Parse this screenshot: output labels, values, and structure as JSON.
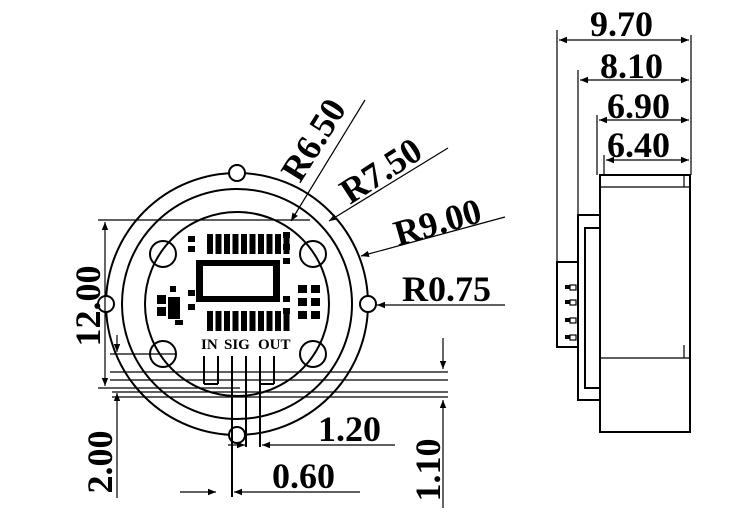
{
  "front_view": {
    "radius_labels": {
      "r_650": "R6.50",
      "r_750": "R7.50",
      "r_900": "R9.00",
      "r_075": "R0.75"
    },
    "dimension_labels": {
      "height_1200": "12.00",
      "offset_200": "2.00",
      "pin_pitch_120": "1.20",
      "pin_width_060": "0.60",
      "pin_length_110": "1.10"
    },
    "pin_labels": {
      "in": "IN",
      "sig": "SIG",
      "out": "OUT"
    }
  },
  "side_view": {
    "dimension_labels": {
      "d_970": "9.70",
      "d_810": "8.10",
      "d_690": "6.90",
      "d_640": "6.40"
    }
  }
}
